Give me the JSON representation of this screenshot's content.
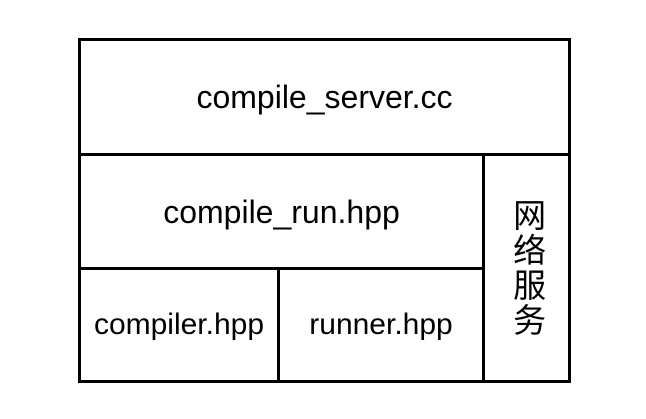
{
  "diagram": {
    "type": "block-architecture",
    "background_color": "#ffffff",
    "line_color": "#000000",
    "text_color": "#000000",
    "blocks": {
      "top": {
        "label": "compile_server.cc",
        "role": "entry-point-source-file"
      },
      "middle": {
        "label": "compile_run.hpp",
        "role": "orchestration-header"
      },
      "bottom_left": {
        "label": "compiler.hpp",
        "role": "compiler-module-header"
      },
      "bottom_right": {
        "label": "runner.hpp",
        "role": "runner-module-header"
      },
      "right_column": {
        "label": "网络服务",
        "orientation": "vertical",
        "role": "network-service-layer"
      }
    }
  }
}
